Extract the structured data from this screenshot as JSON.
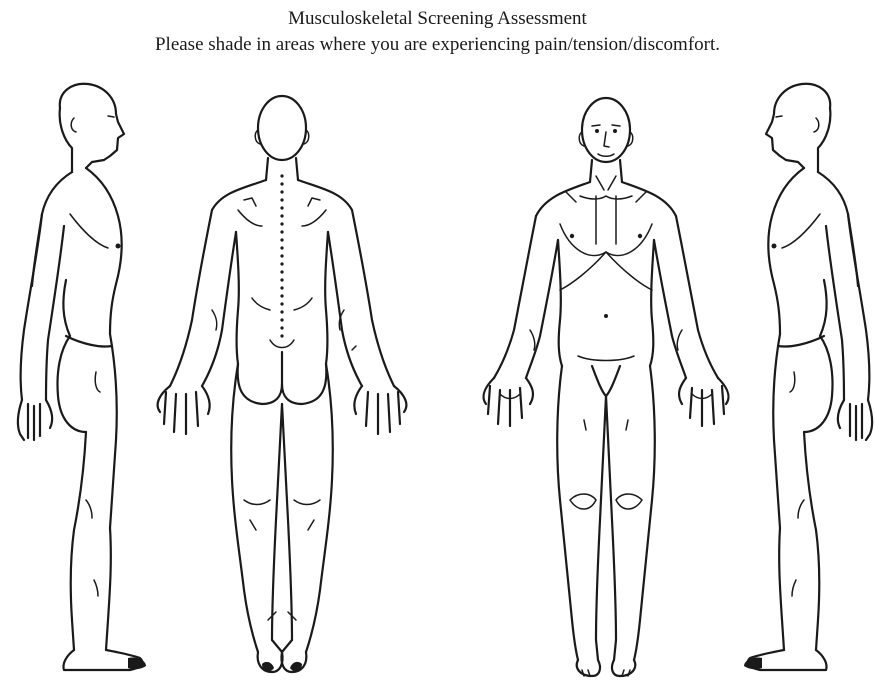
{
  "header": {
    "title": "Musculoskeletal Screening Assessment",
    "instructions": "Please shade in areas where you are experiencing pain/tension/discomfort."
  },
  "figures": [
    {
      "view": "left-side",
      "icon": "body-left-side-view-icon"
    },
    {
      "view": "back",
      "icon": "body-back-view-icon"
    },
    {
      "view": "front",
      "icon": "body-front-view-icon"
    },
    {
      "view": "right-side",
      "icon": "body-right-side-view-icon"
    }
  ]
}
